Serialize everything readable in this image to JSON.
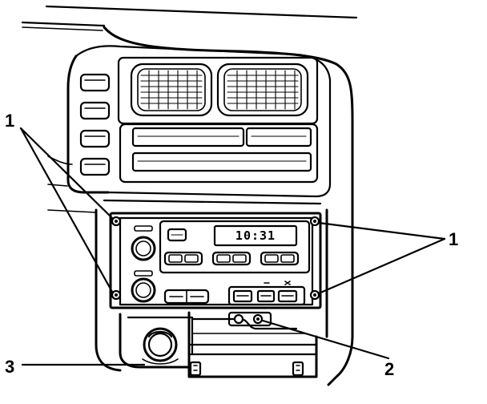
{
  "callouts": {
    "left_top": "1",
    "right": "1",
    "connector": "2",
    "lighter": "3"
  },
  "radio": {
    "clock_display": "10:31"
  }
}
